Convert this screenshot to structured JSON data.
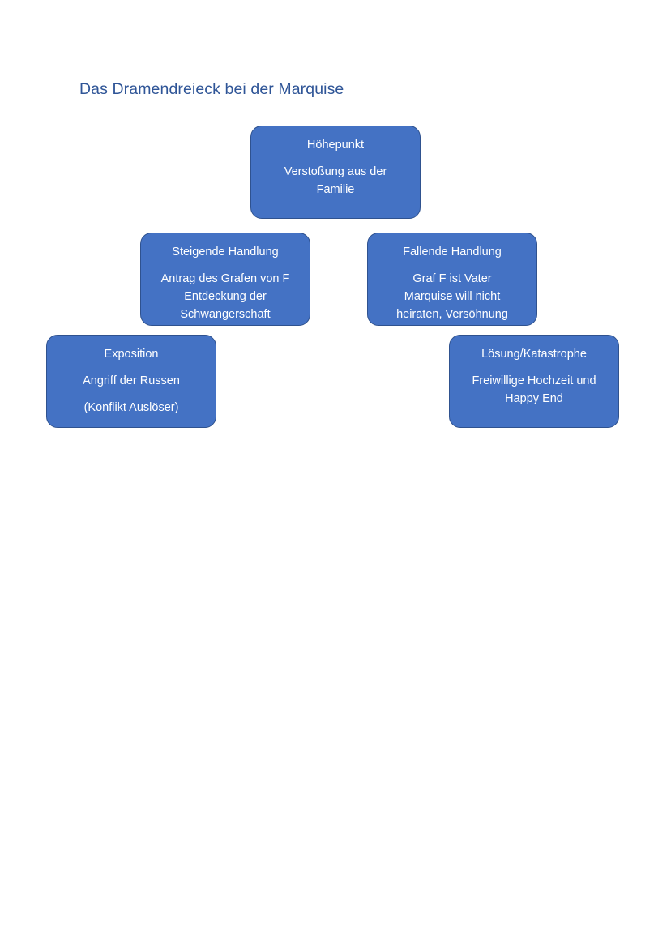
{
  "title": "Das Dramendreieck bei der Marquise",
  "boxes": {
    "hoehepunkt": {
      "heading": "Höhepunkt",
      "lines": [
        "Verstoßung aus der",
        "Familie"
      ]
    },
    "steigende": {
      "heading": "Steigende Handlung",
      "lines": [
        "Antrag des Grafen von F",
        "Entdeckung der",
        "Schwangerschaft"
      ]
    },
    "fallende": {
      "heading": "Fallende Handlung",
      "lines": [
        "Graf F ist Vater",
        "Marquise will nicht",
        "heiraten, Versöhnung"
      ]
    },
    "exposition": {
      "heading": "Exposition",
      "lines": [
        "Angriff der Russen"
      ],
      "note": "(Konflikt Auslöser)"
    },
    "loesung": {
      "heading": "Lösung/Katastrophe",
      "lines": [
        "Freiwillige Hochzeit und",
        "Happy End"
      ]
    }
  }
}
